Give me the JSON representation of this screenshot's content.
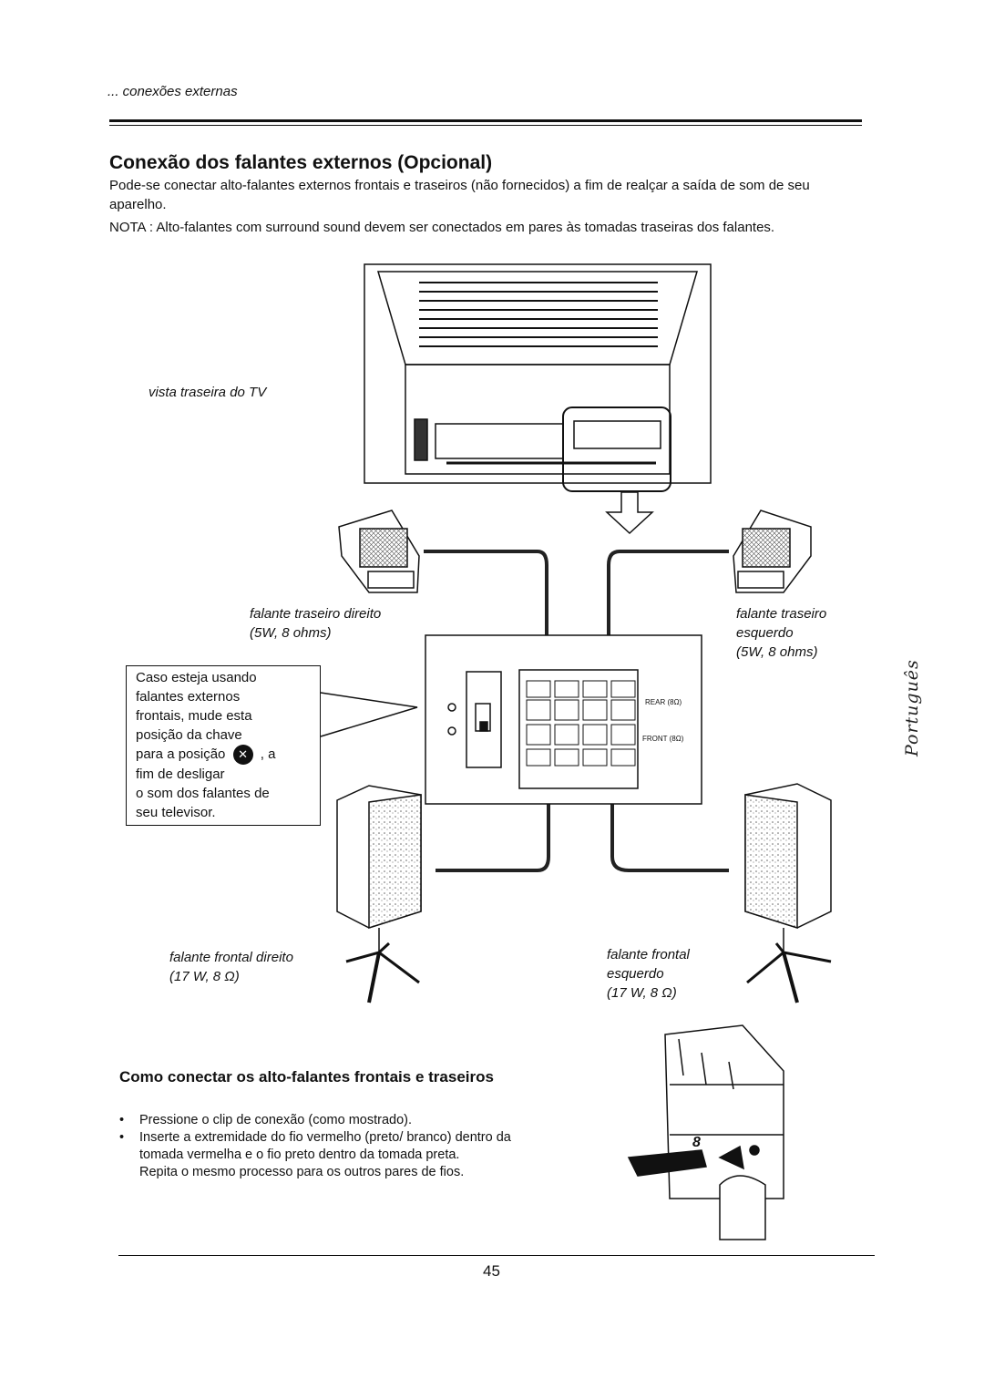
{
  "header": {
    "section": "... conexões externas"
  },
  "title": "Conexão dos falantes externos (Opcional)",
  "intro": "Pode-se conectar alto-falantes externos frontais e traseiros (não fornecidos) a fim de realçar a saída de som de seu aparelho.",
  "note": "NOTA : Alto-falantes com surround sound devem ser conectados em pares às tomadas traseiras dos falantes.",
  "diagram": {
    "tv_caption": "vista traseira do TV",
    "rear_right": {
      "line1": "falante traseiro direito",
      "line2": "(5W, 8 ohms)"
    },
    "rear_left": {
      "line1": "falante traseiro",
      "line2": "esquerdo",
      "line3": "(5W, 8 ohms)"
    },
    "front_right": {
      "line1": "falante frontal direito",
      "line2": "(17 W, 8 Ω)"
    },
    "front_left": {
      "line1": "falante frontal",
      "line2": "esquerdo",
      "line3": "(17 W, 8 Ω)"
    },
    "terminal_rear": "REAR (8Ω)",
    "terminal_front": "FRONT (8Ω)",
    "callout": {
      "line1": "Caso esteja usando",
      "line2": "falantes externos",
      "line3": "frontais, mude esta",
      "line4": "posição da chave",
      "line5a": "para a posição",
      "line5b": ", a",
      "line6": "fim de desligar",
      "line7": "o som dos falantes de",
      "line8": "seu televisor."
    }
  },
  "howto": {
    "title": "Como conectar os alto-falantes frontais e traseiros",
    "items": [
      "Pressione o clip de conexão (como mostrado).",
      "Inserte a extremidade do fio vermelho (preto/ branco) dentro da tomada vermelha e o fio preto dentro da tomada preta."
    ],
    "repeat": "Repita o mesmo processo para os outros pares de fios.",
    "bullet": "•",
    "illustration_label": "8"
  },
  "side_tab": "Português",
  "page_number": "45"
}
